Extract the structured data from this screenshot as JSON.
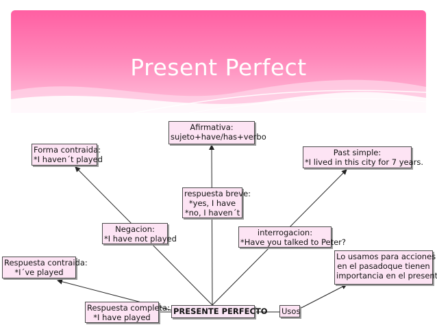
{
  "slide": {
    "title": "Present Perfect"
  },
  "diagram": {
    "root": "PRESENTE PERFECTO",
    "nodes": {
      "afirmativa": [
        "Afirmativa:",
        "sujeto+have/has+verbo"
      ],
      "forma_contraida": [
        "Forma contraida:",
        "*I haven´t played"
      ],
      "past_simple": [
        "Past simple:",
        "*I lived in this city for 7 years."
      ],
      "respuesta_breve": [
        "respuesta breve:",
        "*yes, I have",
        "*no, I haven´t"
      ],
      "negacion": [
        "Negacion:",
        "*I have not played"
      ],
      "interrogacion": [
        "interrogacion:",
        "*Have you talked to Peter?"
      ],
      "respuesta_contraida": [
        "Respuesta contraida:",
        "*I´ve played"
      ],
      "usos_desc": [
        "Lo usamos para acciones",
        "en el pasadoque tienen",
        "importancia en el presente."
      ],
      "respuesta_completa": [
        "Respuesta completa:",
        "*I have played"
      ],
      "usos": [
        "Usos"
      ]
    }
  }
}
